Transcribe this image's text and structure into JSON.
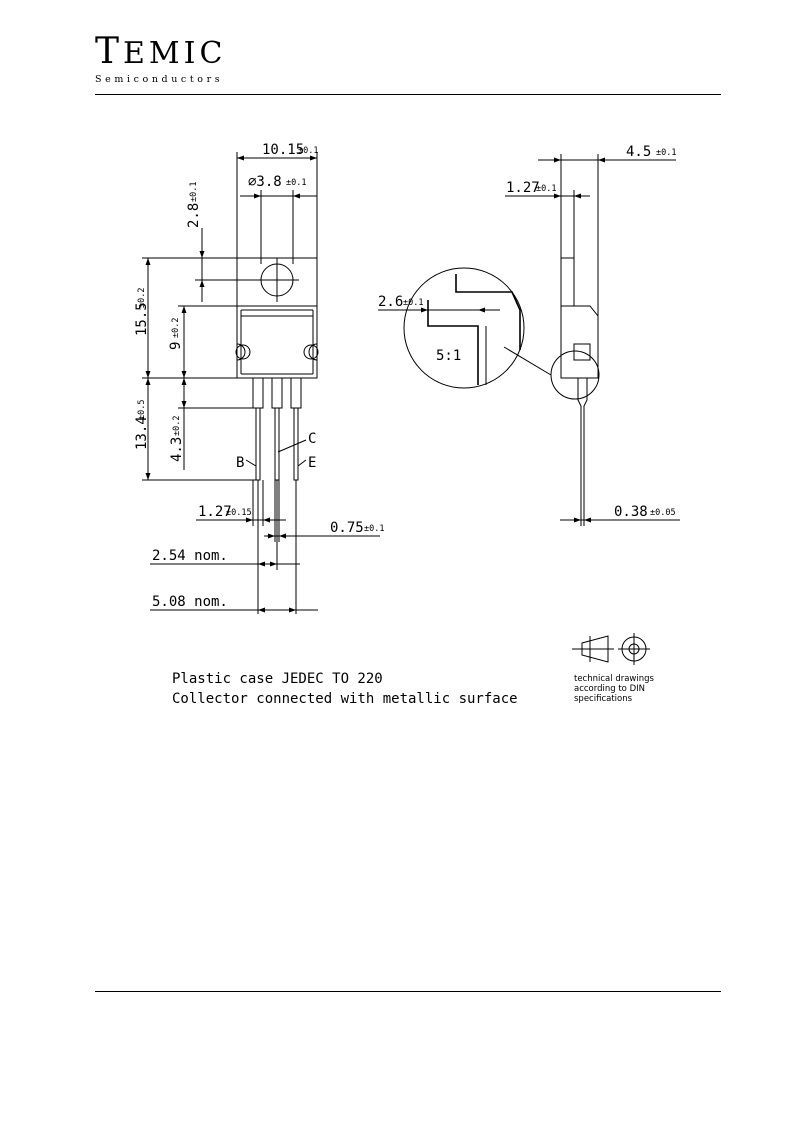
{
  "header": {
    "brand_first": "T",
    "brand_rest": "EMIC",
    "subtitle": "Semiconductors"
  },
  "front_view": {
    "width": "10.15",
    "width_tol": "±0.1",
    "hole_dia": "⌀3.8",
    "hole_dia_tol": "±0.1",
    "hole_top": "2.8",
    "hole_top_tol": "±0.1",
    "body_height": "15.5",
    "body_height_tol": "±0.2",
    "plastic_height": "9",
    "plastic_height_tol": "±0.2",
    "lead_length": "13.4",
    "lead_length_tol": "±0.5",
    "lead_shoulder": "4.3",
    "lead_shoulder_tol": "±0.2",
    "lead_width": "1.27",
    "lead_width_tol": "±0.15",
    "lead_thin": "0.75",
    "lead_thin_tol": "±0.1",
    "pitch1": "2.54  nom.",
    "pitch2": "5.08  nom.",
    "pin_b": "B",
    "pin_c": "C",
    "pin_e": "E"
  },
  "side_view": {
    "thickness": "4.5",
    "thickness_tol": "±0.1",
    "tab_thickness": "1.27",
    "tab_thickness_tol": "±0.1",
    "detail_dim": "2.6",
    "detail_dim_tol": "±0.1",
    "scale": "5:1",
    "lead_thickness": "0.38",
    "lead_thickness_tol": "±0.05"
  },
  "notes": {
    "line1": "Plastic case JEDEC TO 220",
    "line2": "Collector connected with metallic surface"
  },
  "din": {
    "line1": "technical drawings",
    "line2": "according to DIN",
    "line3": "specifications"
  }
}
